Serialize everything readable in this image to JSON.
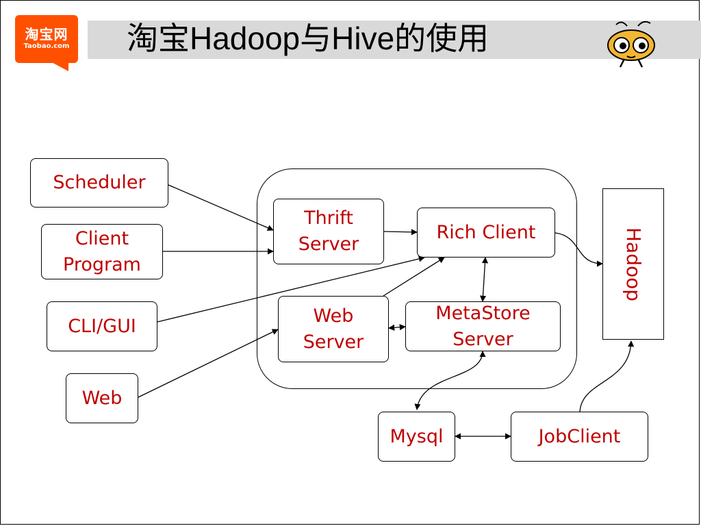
{
  "header": {
    "title": "淘宝Hadoop与Hive的使用",
    "logo_cn": "淘宝网",
    "logo_en": "Taobao.com",
    "logo_icon": "taobao-logo",
    "mascot_icon": "ant-mascot-icon"
  },
  "diagram": {
    "nodes": {
      "scheduler": "Scheduler",
      "client_program": "Client\nProgram",
      "cli_gui": "CLI/GUI",
      "web": "Web",
      "thrift_server": "Thrift\nServer",
      "rich_client": "Rich Client",
      "web_server": "Web\nServer",
      "metastore_server": "MetaStore\nServer",
      "hadoop": "Hadoop",
      "mysql": "Mysql",
      "jobclient": "JobClient"
    },
    "edges": [
      {
        "from": "Scheduler",
        "to": "Thrift Server",
        "direction": "forward"
      },
      {
        "from": "Client Program",
        "to": "Thrift Server",
        "direction": "forward"
      },
      {
        "from": "CLI/GUI",
        "to": "Rich Client",
        "direction": "forward"
      },
      {
        "from": "Web",
        "to": "Web Server",
        "direction": "forward"
      },
      {
        "from": "Thrift Server",
        "to": "Rich Client",
        "direction": "forward"
      },
      {
        "from": "Web Server",
        "to": "Rich Client",
        "direction": "forward"
      },
      {
        "from": "Web Server",
        "to": "MetaStore Server",
        "direction": "both"
      },
      {
        "from": "Rich Client",
        "to": "MetaStore Server",
        "direction": "both"
      },
      {
        "from": "Rich Client",
        "to": "Hadoop",
        "direction": "forward"
      },
      {
        "from": "MetaStore Server",
        "to": "Mysql",
        "direction": "both"
      },
      {
        "from": "Mysql",
        "to": "JobClient",
        "direction": "both"
      },
      {
        "from": "JobClient",
        "to": "Hadoop",
        "direction": "forward"
      }
    ]
  },
  "colors": {
    "node_text": "#c00000",
    "logo_bg": "#ff5000",
    "title_bar": "#d9d9d9"
  }
}
